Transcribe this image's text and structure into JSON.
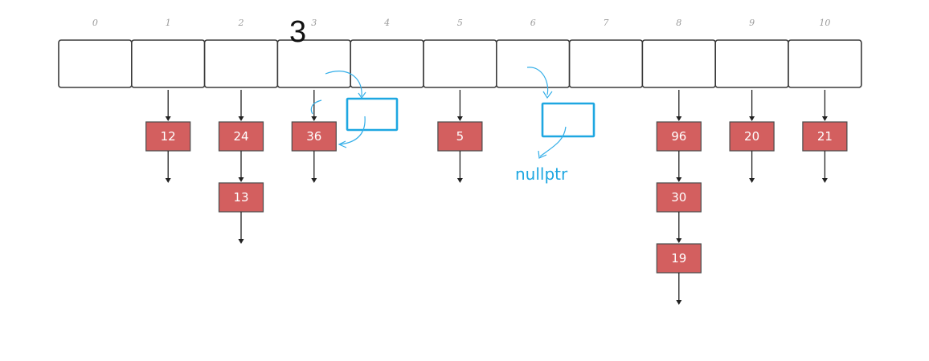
{
  "annotation": {
    "highlight_index": "3",
    "null_label": "nullptr"
  },
  "table": {
    "slots": [
      {
        "index": "0",
        "chain": []
      },
      {
        "index": "1",
        "chain": [
          "12"
        ]
      },
      {
        "index": "2",
        "chain": [
          "24",
          "13"
        ]
      },
      {
        "index": "3",
        "chain": [
          "36"
        ]
      },
      {
        "index": "4",
        "chain": []
      },
      {
        "index": "5",
        "chain": [
          "5"
        ]
      },
      {
        "index": "6",
        "chain": []
      },
      {
        "index": "7",
        "chain": []
      },
      {
        "index": "8",
        "chain": [
          "96",
          "30",
          "19"
        ]
      },
      {
        "index": "9",
        "chain": [
          "20"
        ]
      },
      {
        "index": "10",
        "chain": [
          "21"
        ]
      }
    ]
  },
  "colors": {
    "node_fill": "#d35f5f",
    "annotation_blue": "#1ea7e1",
    "slot_border": "#3a3a3a"
  }
}
